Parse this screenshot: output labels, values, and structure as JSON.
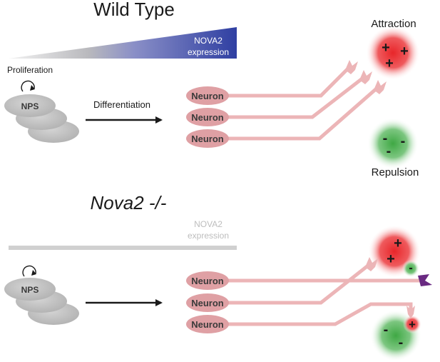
{
  "wild_type": {
    "title": "Wild Type",
    "nova2_expression": [
      "NOVA2",
      "expression"
    ],
    "proliferation": "Proliferation",
    "nps": "NPS",
    "differentiation": "Differentiation",
    "neurons": [
      "Neuron",
      "Neuron",
      "Neuron"
    ],
    "attraction": "Attraction",
    "repulsion": "Repulsion",
    "attraction_signs": [
      "+",
      "+",
      "+"
    ],
    "repulsion_signs": [
      "-",
      "-",
      "-"
    ]
  },
  "knockout": {
    "title": "Nova2 -/-",
    "nova2_expression": [
      "NOVA2",
      "expression"
    ],
    "nps": "NPS",
    "neurons": [
      "Neuron",
      "Neuron",
      "Neuron"
    ],
    "upper_attraction_signs": [
      "+",
      "+"
    ],
    "upper_repulsion_sign": "-",
    "lower_repulsion_signs": [
      "-",
      "-"
    ],
    "lower_attraction_sign": "+"
  },
  "colors": {
    "neuron_fill": "#dfa0a4",
    "axon": "#ecb5b7",
    "gradient_start": "#ececec",
    "gradient_end": "#3444a6",
    "attraction": "#e8262a",
    "repulsion": "#3fa844",
    "misrouted_growth_cone": "#6a2a82",
    "knockout_bar": "#d0d0d0"
  }
}
